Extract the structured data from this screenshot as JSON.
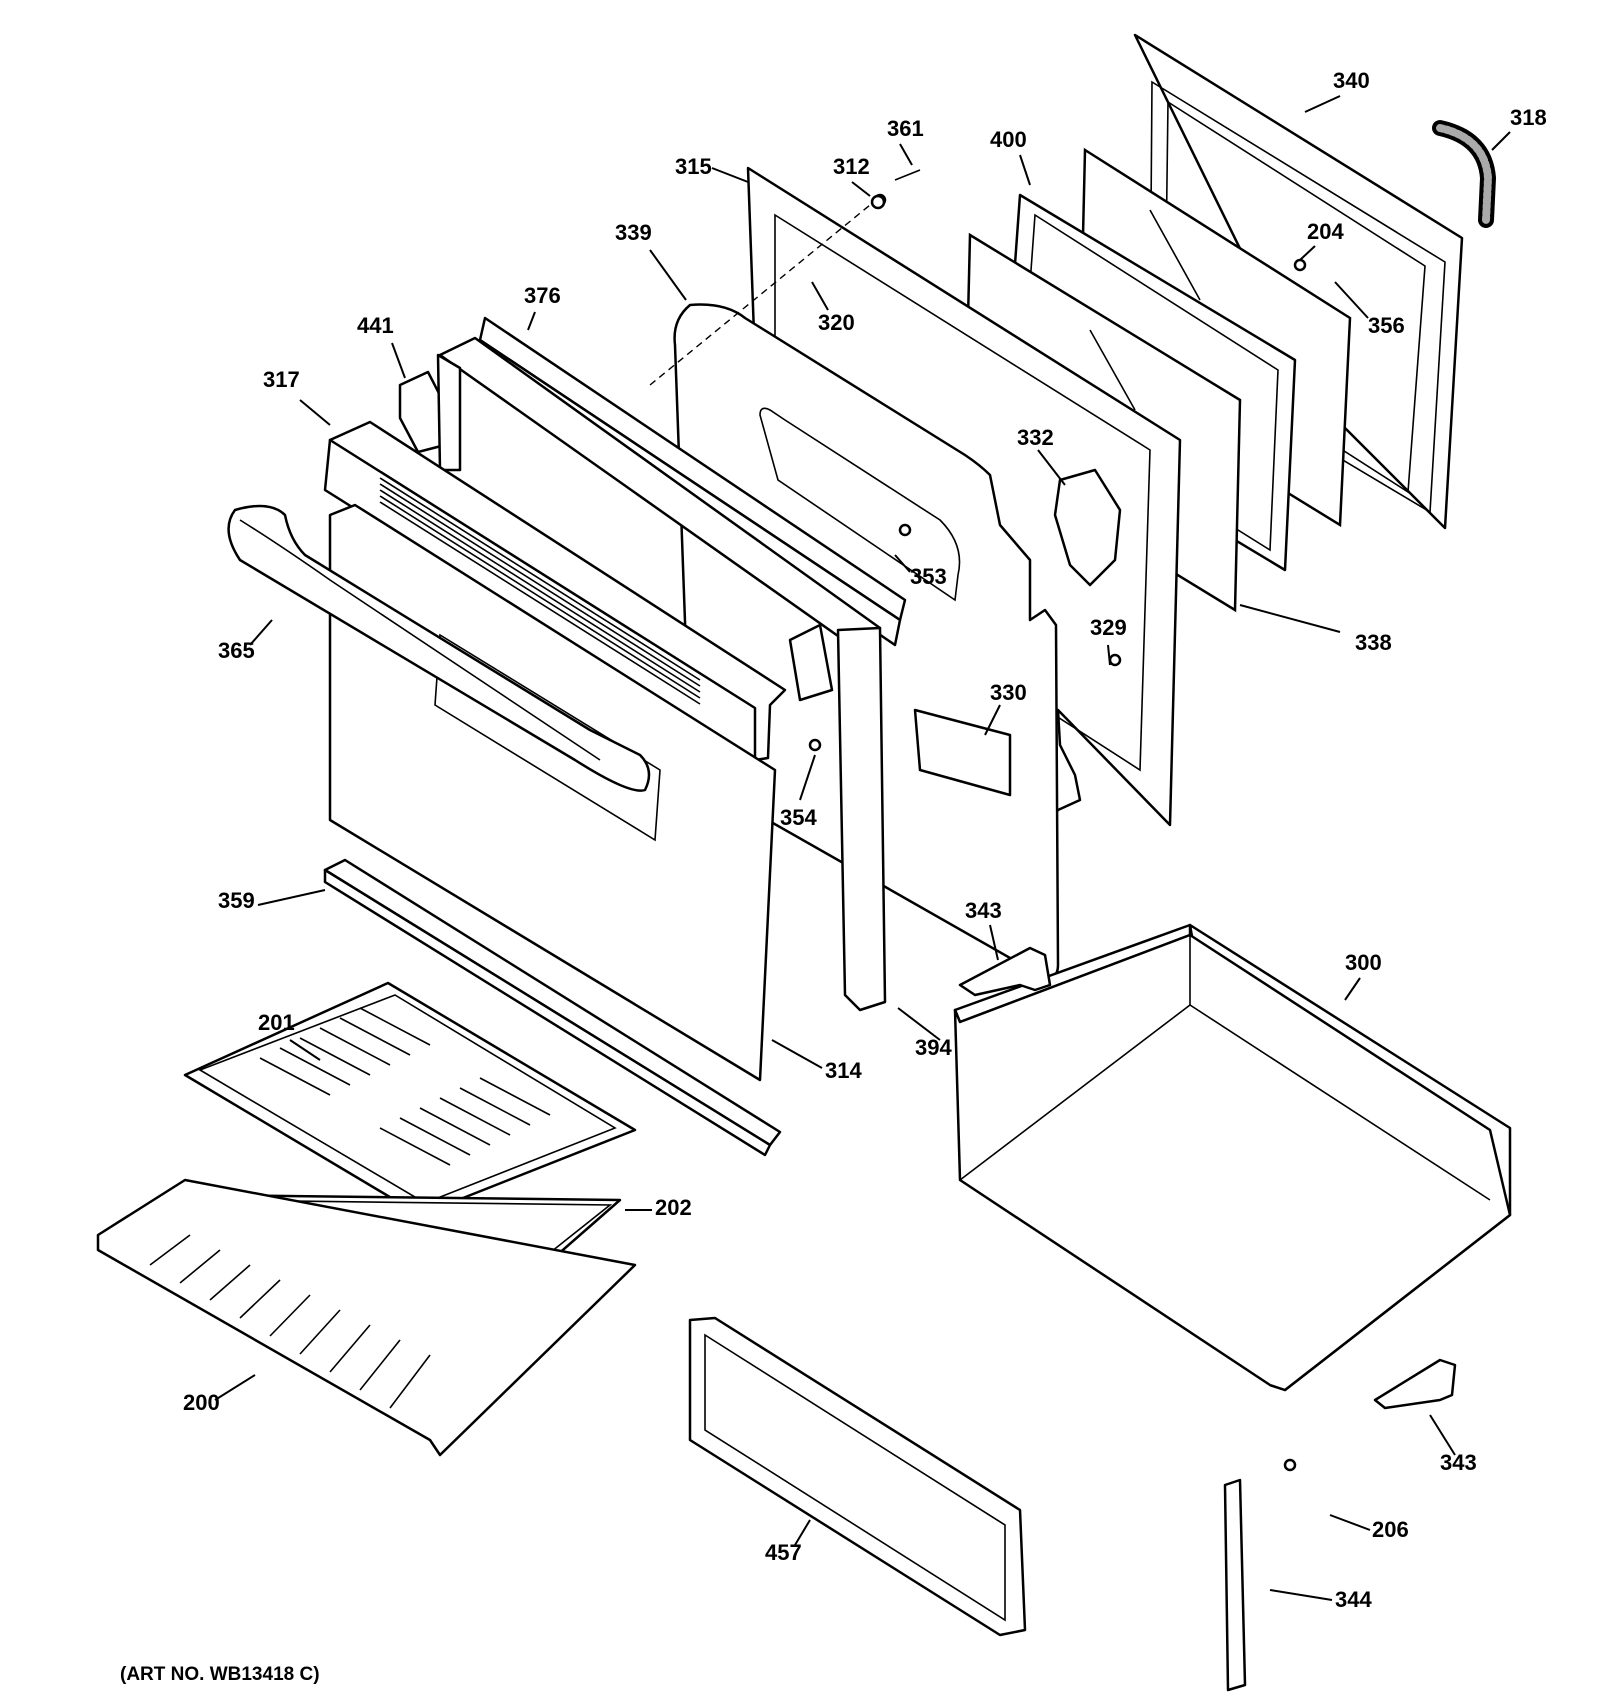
{
  "caption": "(ART NO. WB13418 C)",
  "callouts": [
    {
      "id": "p340",
      "label": "340"
    },
    {
      "id": "p318",
      "label": "318"
    },
    {
      "id": "p361",
      "label": "361"
    },
    {
      "id": "p312",
      "label": "312"
    },
    {
      "id": "p400",
      "label": "400"
    },
    {
      "id": "p315",
      "label": "315"
    },
    {
      "id": "p339",
      "label": "339"
    },
    {
      "id": "p204",
      "label": "204"
    },
    {
      "id": "p356",
      "label": "356"
    },
    {
      "id": "p376",
      "label": "376"
    },
    {
      "id": "p320",
      "label": "320"
    },
    {
      "id": "p441",
      "label": "441"
    },
    {
      "id": "p317",
      "label": "317"
    },
    {
      "id": "p332",
      "label": "332"
    },
    {
      "id": "p353",
      "label": "353"
    },
    {
      "id": "p365",
      "label": "365"
    },
    {
      "id": "p329",
      "label": "329"
    },
    {
      "id": "p338",
      "label": "338"
    },
    {
      "id": "p330",
      "label": "330"
    },
    {
      "id": "p354",
      "label": "354"
    },
    {
      "id": "p359",
      "label": "359"
    },
    {
      "id": "p343a",
      "label": "343"
    },
    {
      "id": "p300",
      "label": "300"
    },
    {
      "id": "p201",
      "label": "201"
    },
    {
      "id": "p394",
      "label": "394"
    },
    {
      "id": "p314",
      "label": "314"
    },
    {
      "id": "p202",
      "label": "202"
    },
    {
      "id": "p200",
      "label": "200"
    },
    {
      "id": "p343b",
      "label": "343"
    },
    {
      "id": "p206",
      "label": "206"
    },
    {
      "id": "p457",
      "label": "457"
    },
    {
      "id": "p344",
      "label": "344"
    }
  ]
}
